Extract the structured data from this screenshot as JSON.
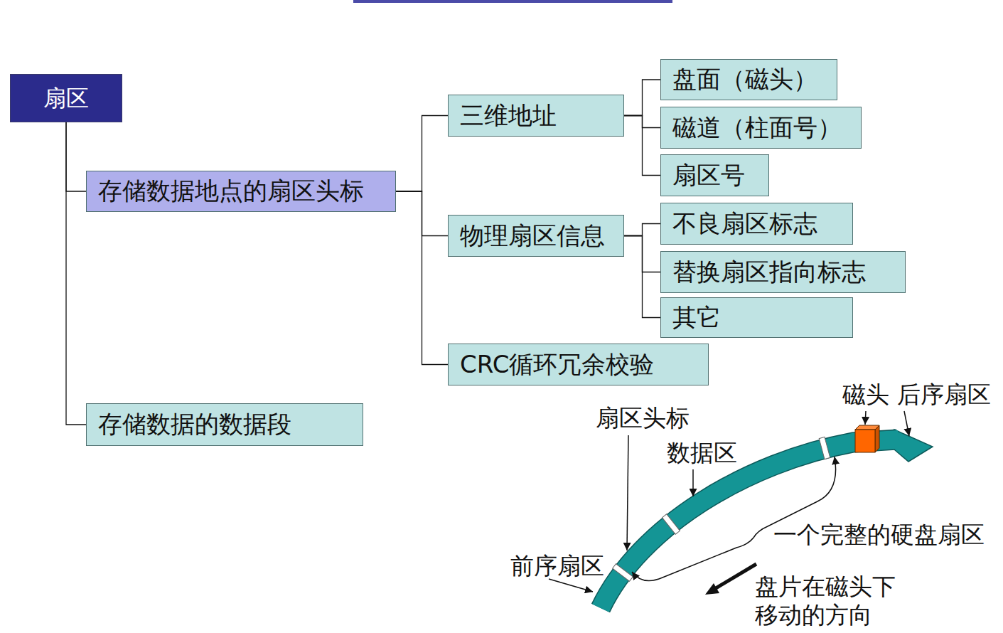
{
  "diagram": {
    "nodes": [
      {
        "text": [
          "扇区"
        ]
      },
      {
        "text": [
          "存储数据地点的扇区头标"
        ]
      },
      {
        "text": [
          "三维地址"
        ]
      },
      {
        "text": [
          "盘面（磁头）"
        ]
      },
      {
        "text": [
          "磁道（柱面号）"
        ]
      },
      {
        "text": [
          "扇区号"
        ]
      },
      {
        "text": [
          "物理扇区信息"
        ]
      },
      {
        "text": [
          "不良扇区标志"
        ]
      },
      {
        "text": [
          "替换扇区指向标志"
        ]
      },
      {
        "text": [
          "其它"
        ]
      },
      {
        "text": [
          "CRC循环冗余校验"
        ]
      },
      {
        "text": [
          "存储数据的数据段"
        ]
      }
    ],
    "edges": [
      {
        "from": 0,
        "to": 1,
        "arrow": "none"
      },
      {
        "from": 0,
        "to": 11,
        "arrow": "none"
      },
      {
        "from": 1,
        "to": 2,
        "arrow": "none"
      },
      {
        "from": 1,
        "to": 6,
        "arrow": "none"
      },
      {
        "from": 1,
        "to": 10,
        "arrow": "none"
      },
      {
        "from": 2,
        "to": 3,
        "arrow": "none"
      },
      {
        "from": 2,
        "to": 4,
        "arrow": "none"
      },
      {
        "from": 2,
        "to": 5,
        "arrow": "none"
      },
      {
        "from": 6,
        "to": 7,
        "arrow": "none"
      },
      {
        "from": 6,
        "to": 8,
        "arrow": "none"
      },
      {
        "from": 6,
        "to": 9,
        "arrow": "none"
      }
    ],
    "labels": [
      "磁头",
      "后序扇区",
      "扇区头标",
      "数据区",
      "一个完整的硬盘扇区",
      "前序扇区",
      "盘片在磁头下 移动的方向"
    ]
  }
}
